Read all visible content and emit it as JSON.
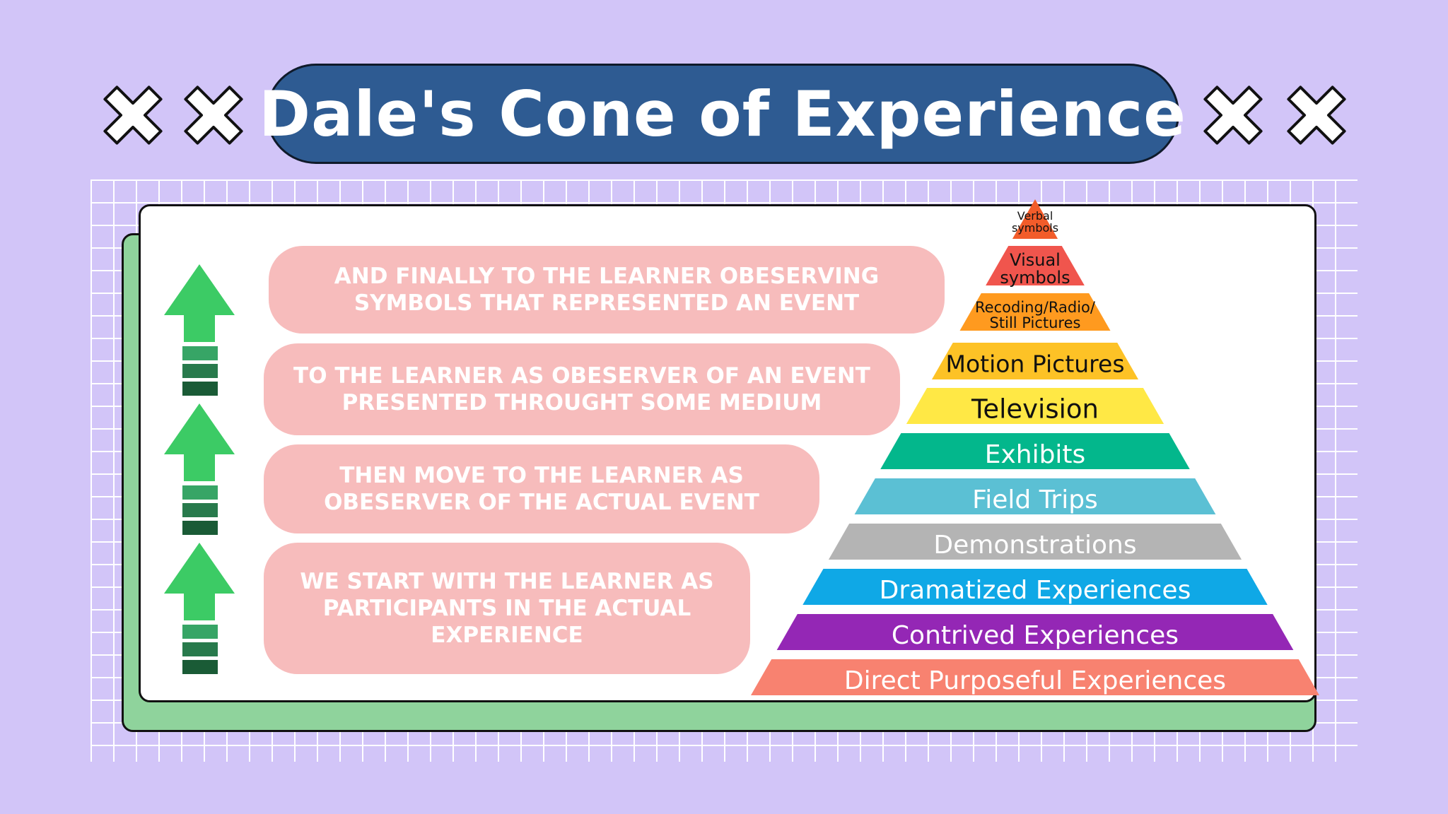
{
  "title": "Dale's Cone of Experience",
  "colors": {
    "background": "#d2c5f8",
    "title_pill": "#2e5b92",
    "pill": "#f7bcbc",
    "arrow": "#3ccb65",
    "card_back": "#8fd39c"
  },
  "icons": [
    "x-mark-icon",
    "up-arrow-icon"
  ],
  "steps": [
    {
      "line1": "AND FINALLY TO THE LEARNER OBESERVING",
      "line2": "SYMBOLS THAT REPRESENTED AN EVENT",
      "line3": ""
    },
    {
      "line1": "TO THE LEARNER AS OBESERVER OF AN EVENT",
      "line2": "PRESENTED THROUGHT SOME MEDIUM",
      "line3": ""
    },
    {
      "line1": "THEN MOVE TO THE LEARNER AS",
      "line2": "OBESERVER OF THE ACTUAL EVENT",
      "line3": ""
    },
    {
      "line1": "WE START WITH THE LEARNER AS",
      "line2": "PARTICIPANTS IN THE ACTUAL",
      "line3": "EXPERIENCE"
    }
  ],
  "cone": {
    "levels": [
      {
        "lines": [
          "Verbal",
          "symbols"
        ],
        "color": "#f25c2a",
        "text_color": "#111111"
      },
      {
        "lines": [
          "Visual",
          "symbols"
        ],
        "color": "#f0554d",
        "text_color": "#111111"
      },
      {
        "lines": [
          "Recoding/Radio/",
          "Still Pictures"
        ],
        "color": "#ff9a1f",
        "text_color": "#111111"
      },
      {
        "lines": [
          "Motion Pictures"
        ],
        "color": "#fdc226",
        "text_color": "#111111"
      },
      {
        "lines": [
          "Television"
        ],
        "color": "#ffe845",
        "text_color": "#111111"
      },
      {
        "lines": [
          "Exhibits"
        ],
        "color": "#03b78c",
        "text_color": "#ffffff"
      },
      {
        "lines": [
          "Field Trips"
        ],
        "color": "#5bc0d4",
        "text_color": "#ffffff"
      },
      {
        "lines": [
          "Demonstrations"
        ],
        "color": "#b4b4b4",
        "text_color": "#ffffff"
      },
      {
        "lines": [
          "Dramatized Experiences"
        ],
        "color": "#0fa8e6",
        "text_color": "#ffffff"
      },
      {
        "lines": [
          "Contrived Experiences"
        ],
        "color": "#9427b5",
        "text_color": "#ffffff"
      },
      {
        "lines": [
          "Direct Purposeful Experiences"
        ],
        "color": "#f88270",
        "text_color": "#ffffff"
      }
    ]
  }
}
